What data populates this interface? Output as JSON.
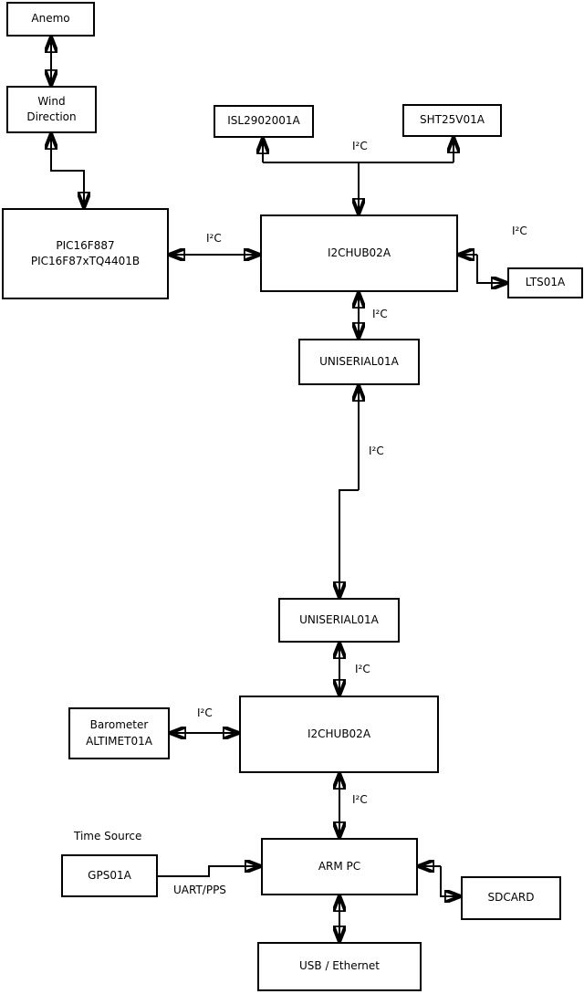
{
  "diagram_type": "hardware-block-diagram",
  "colors": {
    "line": "#000000",
    "background": "#ffffff",
    "box_fill": "#ffffff"
  },
  "nodes": {
    "anemo": {
      "label": "Anemo"
    },
    "wind": {
      "line1": "Wind",
      "line2": "Direction"
    },
    "pic": {
      "line1": "PIC16F887",
      "line2": "PIC16F87xTQ4401B"
    },
    "isl": {
      "label": "ISL2902001A"
    },
    "sht": {
      "label": "SHT25V01A"
    },
    "hub1": {
      "label": "I2CHUB02A"
    },
    "lts": {
      "label": "LTS01A"
    },
    "uni1": {
      "label": "UNISERIAL01A"
    },
    "uni2": {
      "label": "UNISERIAL01A"
    },
    "baro": {
      "line1": "Barometer",
      "line2": "ALTIMET01A"
    },
    "hub2": {
      "label": "I2CHUB02A"
    },
    "gps": {
      "label": "GPS01A"
    },
    "armpc": {
      "label": "ARM PC"
    },
    "sdcard": {
      "label": "SDCARD"
    },
    "usb": {
      "label": "USB / Ethernet"
    }
  },
  "edge_labels": {
    "i2c_sensors": "I²C",
    "i2c_pic_hub": "I²C",
    "i2c_hub_lts": "I²C",
    "i2c_hub_uni1": "I²C",
    "i2c_uni_link": "I²C",
    "i2c_uni2_hub2": "I²C",
    "i2c_baro_hub2": "I²C",
    "i2c_hub2_arm": "I²C",
    "time_source": "Time Source",
    "uart_pps": "UART/PPS"
  }
}
